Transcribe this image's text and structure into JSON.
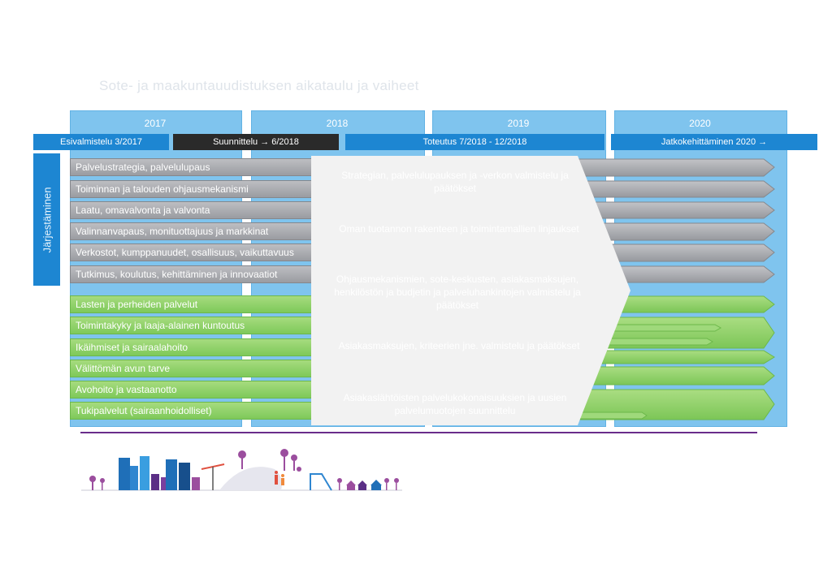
{
  "title": "Sote- ja maakuntauudistuksen aikataulu ja vaiheet",
  "years": [
    "2017",
    "2018",
    "2019",
    "2020"
  ],
  "phases": {
    "p1": "Esivalmistelu 3/2017",
    "p2": "Suunnittelu → 6/2018",
    "p3": "Toteutus 7/2018 - 12/2018",
    "p4": "Jatkokehittäminen 2020 →"
  },
  "side_label": "Järjestäminen",
  "grey_rows": [
    "Palvelustrategia, palvelulupaus",
    "Toiminnan ja talouden ohjausmekanismi",
    "Laatu, omavalvonta ja valvonta",
    "Valinnanvapaus, monituottajuus ja markkinat",
    "Verkostot, kumppanuudet, osallisuus, vaikuttavuus",
    "Tutkimus, koulutus, kehittäminen ja innovaatiot"
  ],
  "green_rows": [
    "Lasten ja perheiden palvelut",
    "Toimintakyky ja laaja-alainen kuntoutus",
    "Ikäihmiset ja sairaalahoito",
    "Välittömän avun tarve",
    "Avohoito ja vastaanotto",
    "Tukipalvelut (sairaanhoidolliset)"
  ],
  "callout": {
    "line1": "Strategian, palvelulupauksen ja -verkon valmistelu ja päätökset",
    "line2": "Oman tuotannon rakenteen ja toimintamallien linjaukset",
    "line3": "Ohjausmekanismien, sote-keskusten, asiakasmaksujen, henkilöstön ja budjetin ja palveluhankintojen valmistelu ja päätökset",
    "line4": "Asiakasmaksujen, kriteerien jne. valmistelu ja päätökset",
    "line5": "Asiakaslähtöisten palvelukokonaisuuksien ja uusien palvelumuotojen suunnittelu"
  },
  "colors": {
    "year_fill": "#7fc4ee",
    "phase_fill": "#1d86d2",
    "phase_active": "#2a2a2a",
    "grey_row": "#a7a9ad",
    "green_row": "#8fd16b",
    "callout": "#f2f2f2",
    "divider": "#6a2d8a"
  }
}
